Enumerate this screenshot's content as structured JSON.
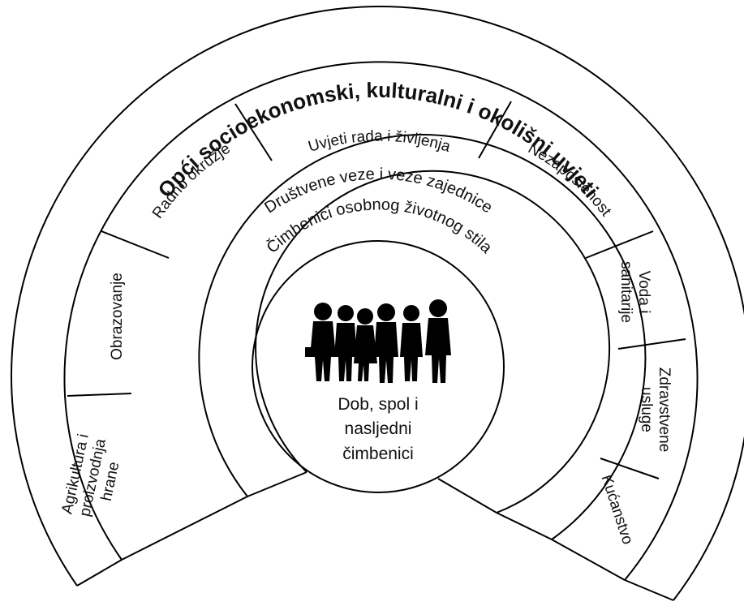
{
  "diagram": {
    "outer_title": "Opći socioekonomski, kulturalni i okolišni uvjeti",
    "segments": [
      {
        "key": "agrikultura",
        "line1": "Agrikultura i",
        "line2": "proizvodnja",
        "line3": "hrane"
      },
      {
        "key": "obrazovanje",
        "line1": "Obrazovanje"
      },
      {
        "key": "radno",
        "line1": "Radno okružje"
      },
      {
        "key": "uvjeti",
        "line1": "Uvjeti rada i življenja"
      },
      {
        "key": "nezaposlenost",
        "line1": "Nezaposlenost"
      },
      {
        "key": "voda",
        "line1": "Voda i",
        "line2": "sanitarije"
      },
      {
        "key": "zdravstvene",
        "line1": "Zdravstvene",
        "line2": "usluge"
      },
      {
        "key": "kucanstvo",
        "line1": "Kućanstvo"
      }
    ],
    "ring_social": "Društvene veze i veze zajednice",
    "ring_lifestyle": "Čimbenici osobnog životnog stila",
    "center": {
      "line1": "Dob, spol i",
      "line2": "nasljedni",
      "line3": "čimbenici"
    },
    "icon": "group-of-people-silhouette-icon"
  }
}
